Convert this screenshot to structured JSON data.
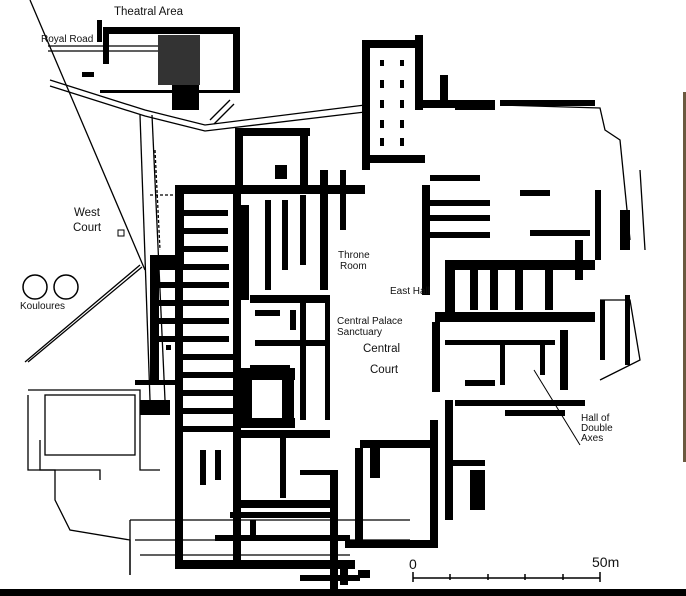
{
  "labels": {
    "theatral_area": "Theatral Area",
    "royal_road": "Royal Road",
    "west_court": [
      "West",
      "Court"
    ],
    "kouloures": "Kouloures",
    "throne_room": [
      "Throne",
      "Room"
    ],
    "east_hall": "East Hall",
    "central_palace_sanctuary": [
      "Central Palace",
      "Sanctuary"
    ],
    "central_court": [
      "Central",
      "Court"
    ],
    "hall_of_double_axes": [
      "Hall of",
      "Double",
      "Axes"
    ]
  },
  "scale_bar": {
    "start_label": "0",
    "end_label": "50m"
  },
  "colors": {
    "ink": "#000000",
    "paper": "#ffffff"
  }
}
